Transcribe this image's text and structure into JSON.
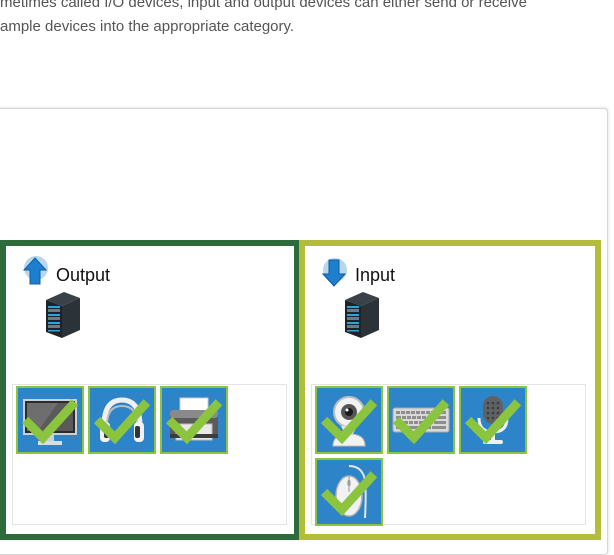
{
  "intro": {
    "line1": "metimes called I/O devices, input and output devices can either send or receive",
    "line2": "ample devices into the appropriate category."
  },
  "zones": {
    "output": {
      "title": "Output",
      "color": "#2e6b3a",
      "icon": "upload-arrow-icon",
      "items": [
        "monitor-icon",
        "headphones-icon",
        "printer-icon"
      ]
    },
    "input": {
      "title": "Input",
      "color": "#b4bd3a",
      "icon": "download-arrow-icon",
      "items": [
        "webcam-icon",
        "keyboard-icon",
        "microphone-icon",
        "mouse-icon"
      ]
    }
  },
  "colors": {
    "tile_bg": "#2e84c8",
    "tile_border": "#8bc540",
    "check": "#8bc540"
  }
}
